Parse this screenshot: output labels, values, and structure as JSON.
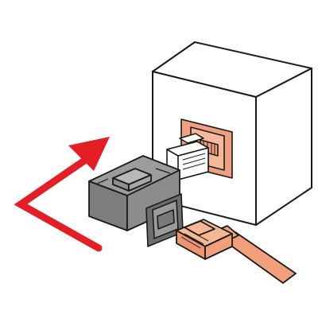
{
  "figure": {
    "subject": "rj45-coupler-installation",
    "parts": [
      "wall-socket-box",
      "wall-port",
      "coupler-adapter",
      "patch-cable",
      "direction-arrow"
    ]
  },
  "colors": {
    "outline": "#1a1a1a",
    "box_face": "#ffffff",
    "coupler_top": "#9c9c9c",
    "coupler_front": "#7d7d7d",
    "coupler_side": "#8c8c8c",
    "port_fill": "#f0a080",
    "cable_fill": "#f2a07c",
    "arrow": "#e31e24"
  }
}
